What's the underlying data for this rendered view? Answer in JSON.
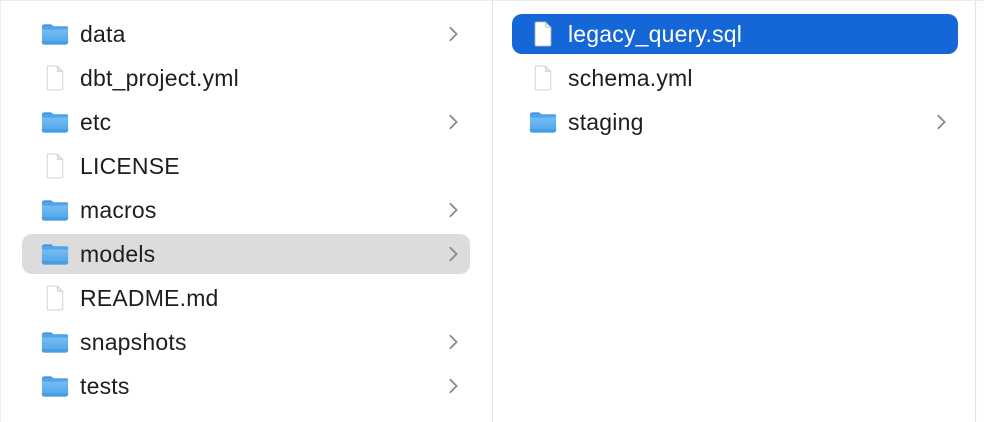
{
  "view": {
    "type": "finder-column-view"
  },
  "colors": {
    "background": "#ffffff",
    "selection_active": "#1566d6",
    "selection_inactive": "#dcdcdc",
    "text": "#1e1e20",
    "text_selected": "#ffffff",
    "divider": "#e2e2e2",
    "chevron": "#8a8a8a",
    "folder_tab": "#3c90de",
    "folder_body_light": "#7ec3f5",
    "folder_body_dark": "#4da2e8",
    "document_fill": "#ffffff",
    "document_stroke": "#d2d2d2"
  },
  "columns": [
    {
      "name": "parent-folder",
      "items": [
        {
          "label": "data",
          "icon": "folder-icon",
          "chevron": true,
          "selected": false
        },
        {
          "label": "dbt_project.yml",
          "icon": "document-icon",
          "chevron": false,
          "selected": false
        },
        {
          "label": "etc",
          "icon": "folder-icon",
          "chevron": true,
          "selected": false
        },
        {
          "label": "LICENSE",
          "icon": "document-icon",
          "chevron": false,
          "selected": false
        },
        {
          "label": "macros",
          "icon": "folder-icon",
          "chevron": true,
          "selected": false
        },
        {
          "label": "models",
          "icon": "folder-icon",
          "chevron": true,
          "selected": true,
          "selection_style": "inactive"
        },
        {
          "label": "README.md",
          "icon": "document-icon",
          "chevron": false,
          "selected": false
        },
        {
          "label": "snapshots",
          "icon": "folder-icon",
          "chevron": true,
          "selected": false
        },
        {
          "label": "tests",
          "icon": "folder-icon",
          "chevron": true,
          "selected": false
        }
      ]
    },
    {
      "name": "models-folder",
      "items": [
        {
          "label": "legacy_query.sql",
          "icon": "document-icon",
          "chevron": false,
          "selected": true,
          "selection_style": "active"
        },
        {
          "label": "schema.yml",
          "icon": "document-icon",
          "chevron": false,
          "selected": false
        },
        {
          "label": "staging",
          "icon": "folder-icon",
          "chevron": true,
          "selected": false
        }
      ]
    }
  ]
}
